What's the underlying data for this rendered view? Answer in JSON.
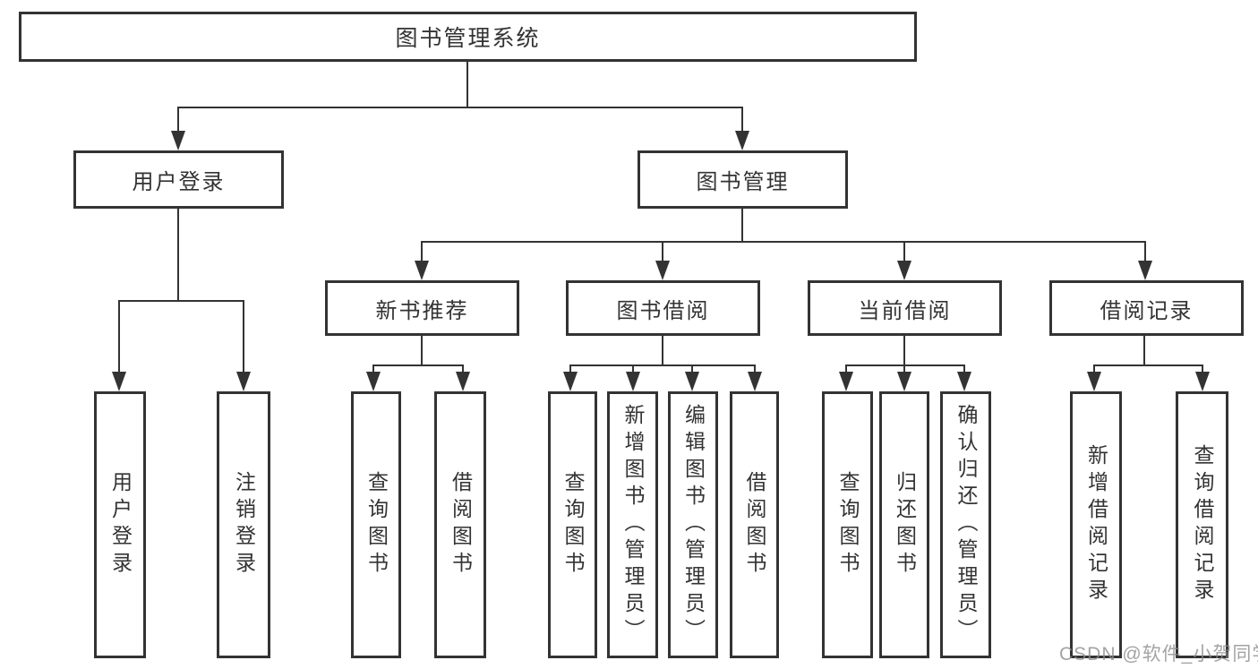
{
  "diagram": {
    "root": {
      "label": "图书管理系统"
    },
    "login": {
      "label": "用户登录",
      "children": [
        {
          "label": "用户登录"
        },
        {
          "label": "注销登录"
        }
      ]
    },
    "management": {
      "label": "图书管理",
      "children": [
        {
          "label": "新书推荐",
          "children": [
            {
              "label": "查询图书"
            },
            {
              "label": "借阅图书"
            }
          ]
        },
        {
          "label": "图书借阅",
          "children": [
            {
              "label": "查询图书"
            },
            {
              "label": "新增图书（管理员）"
            },
            {
              "label": "编辑图书（管理员）"
            },
            {
              "label": "借阅图书"
            }
          ]
        },
        {
          "label": "当前借阅",
          "children": [
            {
              "label": "查询图书"
            },
            {
              "label": "归还图书"
            },
            {
              "label": "确认归还（管理员）"
            }
          ]
        },
        {
          "label": "借阅记录",
          "children": [
            {
              "label": "新增借阅记录"
            },
            {
              "label": "查询借阅记录"
            }
          ]
        }
      ]
    }
  },
  "watermark": {
    "text": "CSDN @软件_小贺同学"
  },
  "colors": {
    "line": "#333333",
    "text": "#333333",
    "watermark": "#8c8c8c",
    "background": "#ffffff"
  }
}
